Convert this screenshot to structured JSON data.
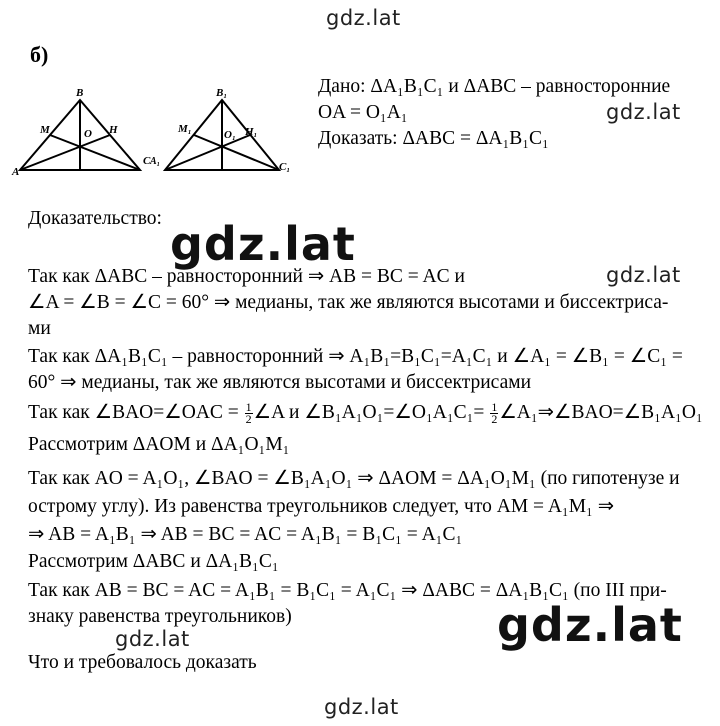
{
  "watermarks": {
    "top": "gdz.lat",
    "given_right": "gdz.lat",
    "big_center": "gdz.lat",
    "line_right": "gdz.lat",
    "big_bottom_right": "gdz.lat",
    "small_bottom": "gdz.lat",
    "footer": "gdz.lat"
  },
  "part_label": "б)",
  "figure1": {
    "A": "A",
    "B": "B",
    "C": "C",
    "M": "M",
    "O": "O",
    "H": "H"
  },
  "figure2": {
    "A": "A₁",
    "B": "B₁",
    "C": "C₁",
    "M": "M₁",
    "O": "O₁",
    "H": "H₁"
  },
  "given": {
    "line1": "Дано: ΔA₁B₁C₁ и ΔABC – равносторонние",
    "line2": "OA = O₁A₁",
    "line3": "Доказать: ΔABC = ΔA₁B₁C₁"
  },
  "proof": {
    "heading": "Доказательство:",
    "l1": "Так как ΔABC – равносторонний ⇒ AB = BC = AC и",
    "l2": "∠A = ∠B = ∠C = 60° ⇒ медианы, так же являются высотами и биссектриса-",
    "l3": "ми",
    "l4": "Так как ΔA₁B₁C₁ – равносторонний ⇒ A₁B₁=B₁C₁=A₁C₁ и ∠A₁ = ∠B₁ = ∠C₁ =",
    "l5": "60° ⇒ медианы, так же являются высотами и биссектрисами",
    "l6a": "Так как ∠BAO=∠OAC =",
    "l6b": "∠A и ∠B₁A₁O₁=∠O₁A₁C₁=",
    "l6c": "∠A₁⇒∠BAO=∠B₁A₁O₁",
    "half_num": "1",
    "half_den": "2",
    "l7": "Рассмотрим ΔAOM и ΔA₁O₁M₁",
    "l8": "Так как  AO = A₁O₁, ∠BAO = ∠B₁A₁O₁ ⇒ ΔAOM = ΔA₁O₁M₁ (по гипотенузе и",
    "l9": "острому углу). Из равенства треугольников следует, что AM = A₁M₁ ⇒",
    "l10": "⇒ AB = A₁B₁ ⇒ AB = BC = AC = A₁B₁ = B₁C₁ = A₁C₁",
    "l11": "Рассмотрим ΔABC и ΔA₁B₁C₁",
    "l12": "Так как  AB = BC = AC = A₁B₁ = B₁C₁ = A₁C₁ ⇒ ΔABC = ΔA₁B₁C₁ (по III при-",
    "l13": "знаку равенства треугольников)",
    "l14": "Что и требовалось доказать"
  }
}
